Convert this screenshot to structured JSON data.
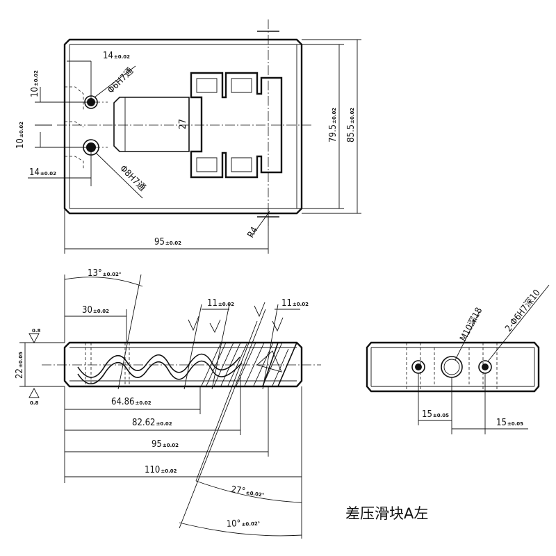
{
  "title": "差压滑块A左",
  "dimensions": {
    "top_view": {
      "d1": {
        "main": "14",
        "tol": "±0.02"
      },
      "d2": {
        "main": "10",
        "tol": "±0.02"
      },
      "d3": {
        "main": "10",
        "tol": "±0.02"
      },
      "d4": {
        "main": "14",
        "tol": "±0.02"
      },
      "hole_a": "Φ6H7通",
      "hole_b": "Φ8H7通",
      "slot": "27",
      "h1": {
        "main": "79.5",
        "tol": "±0.02"
      },
      "h2": {
        "main": "85.5",
        "tol": "±0.02"
      },
      "radius": "R4",
      "width": {
        "main": "95",
        "tol": "±0.02"
      }
    },
    "front_view": {
      "angle1": {
        "main": "13°",
        "tol": "±0.02°"
      },
      "d30": {
        "main": "30",
        "tol": "±0.02"
      },
      "d11a": {
        "main": "11",
        "tol": "±0.02"
      },
      "d11b": {
        "main": "11",
        "tol": "±0.02"
      },
      "h22": {
        "main": "22",
        "tol": "±0.05"
      },
      "sym_top": "0.8",
      "sym_bot": "0.8",
      "d64": {
        "main": "64.86",
        "tol": "±0.02"
      },
      "d82": {
        "main": "82.62",
        "tol": "±0.02"
      },
      "d95": {
        "main": "95",
        "tol": "±0.02"
      },
      "d110": {
        "main": "110",
        "tol": "±0.02"
      },
      "angle2": {
        "main": "27°",
        "tol": "±0.02°"
      },
      "angle3": {
        "main": "10°",
        "tol": "±0.02°"
      }
    },
    "side_view": {
      "thread": "M10深18",
      "holes": "2-Φ6H7深10",
      "d15a": {
        "main": "15",
        "tol": "±0.05"
      },
      "d15b": {
        "main": "15",
        "tol": "±0.05"
      }
    }
  }
}
